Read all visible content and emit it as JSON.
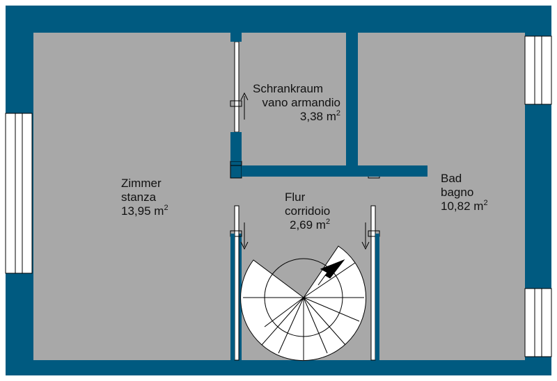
{
  "rooms": {
    "zimmer": {
      "name_de": "Zimmer",
      "name_it": "stanza",
      "area": "13,95 m",
      "area_sup": "2"
    },
    "schrankraum": {
      "name_de": "Schrankraum",
      "name_it": "vano armandio",
      "area": "3,38 m",
      "area_sup": "2"
    },
    "flur": {
      "name_de": "Flur",
      "name_it": "corridoio",
      "area": "2,69 m",
      "area_sup": "2"
    },
    "bad": {
      "name_de": "Bad",
      "name_it": "bagno",
      "area": "10,82 m",
      "area_sup": "2"
    }
  },
  "colors": {
    "wall": "#005a80",
    "floor": "#a8a8a8",
    "window": "#ffffff",
    "line": "#000000"
  }
}
